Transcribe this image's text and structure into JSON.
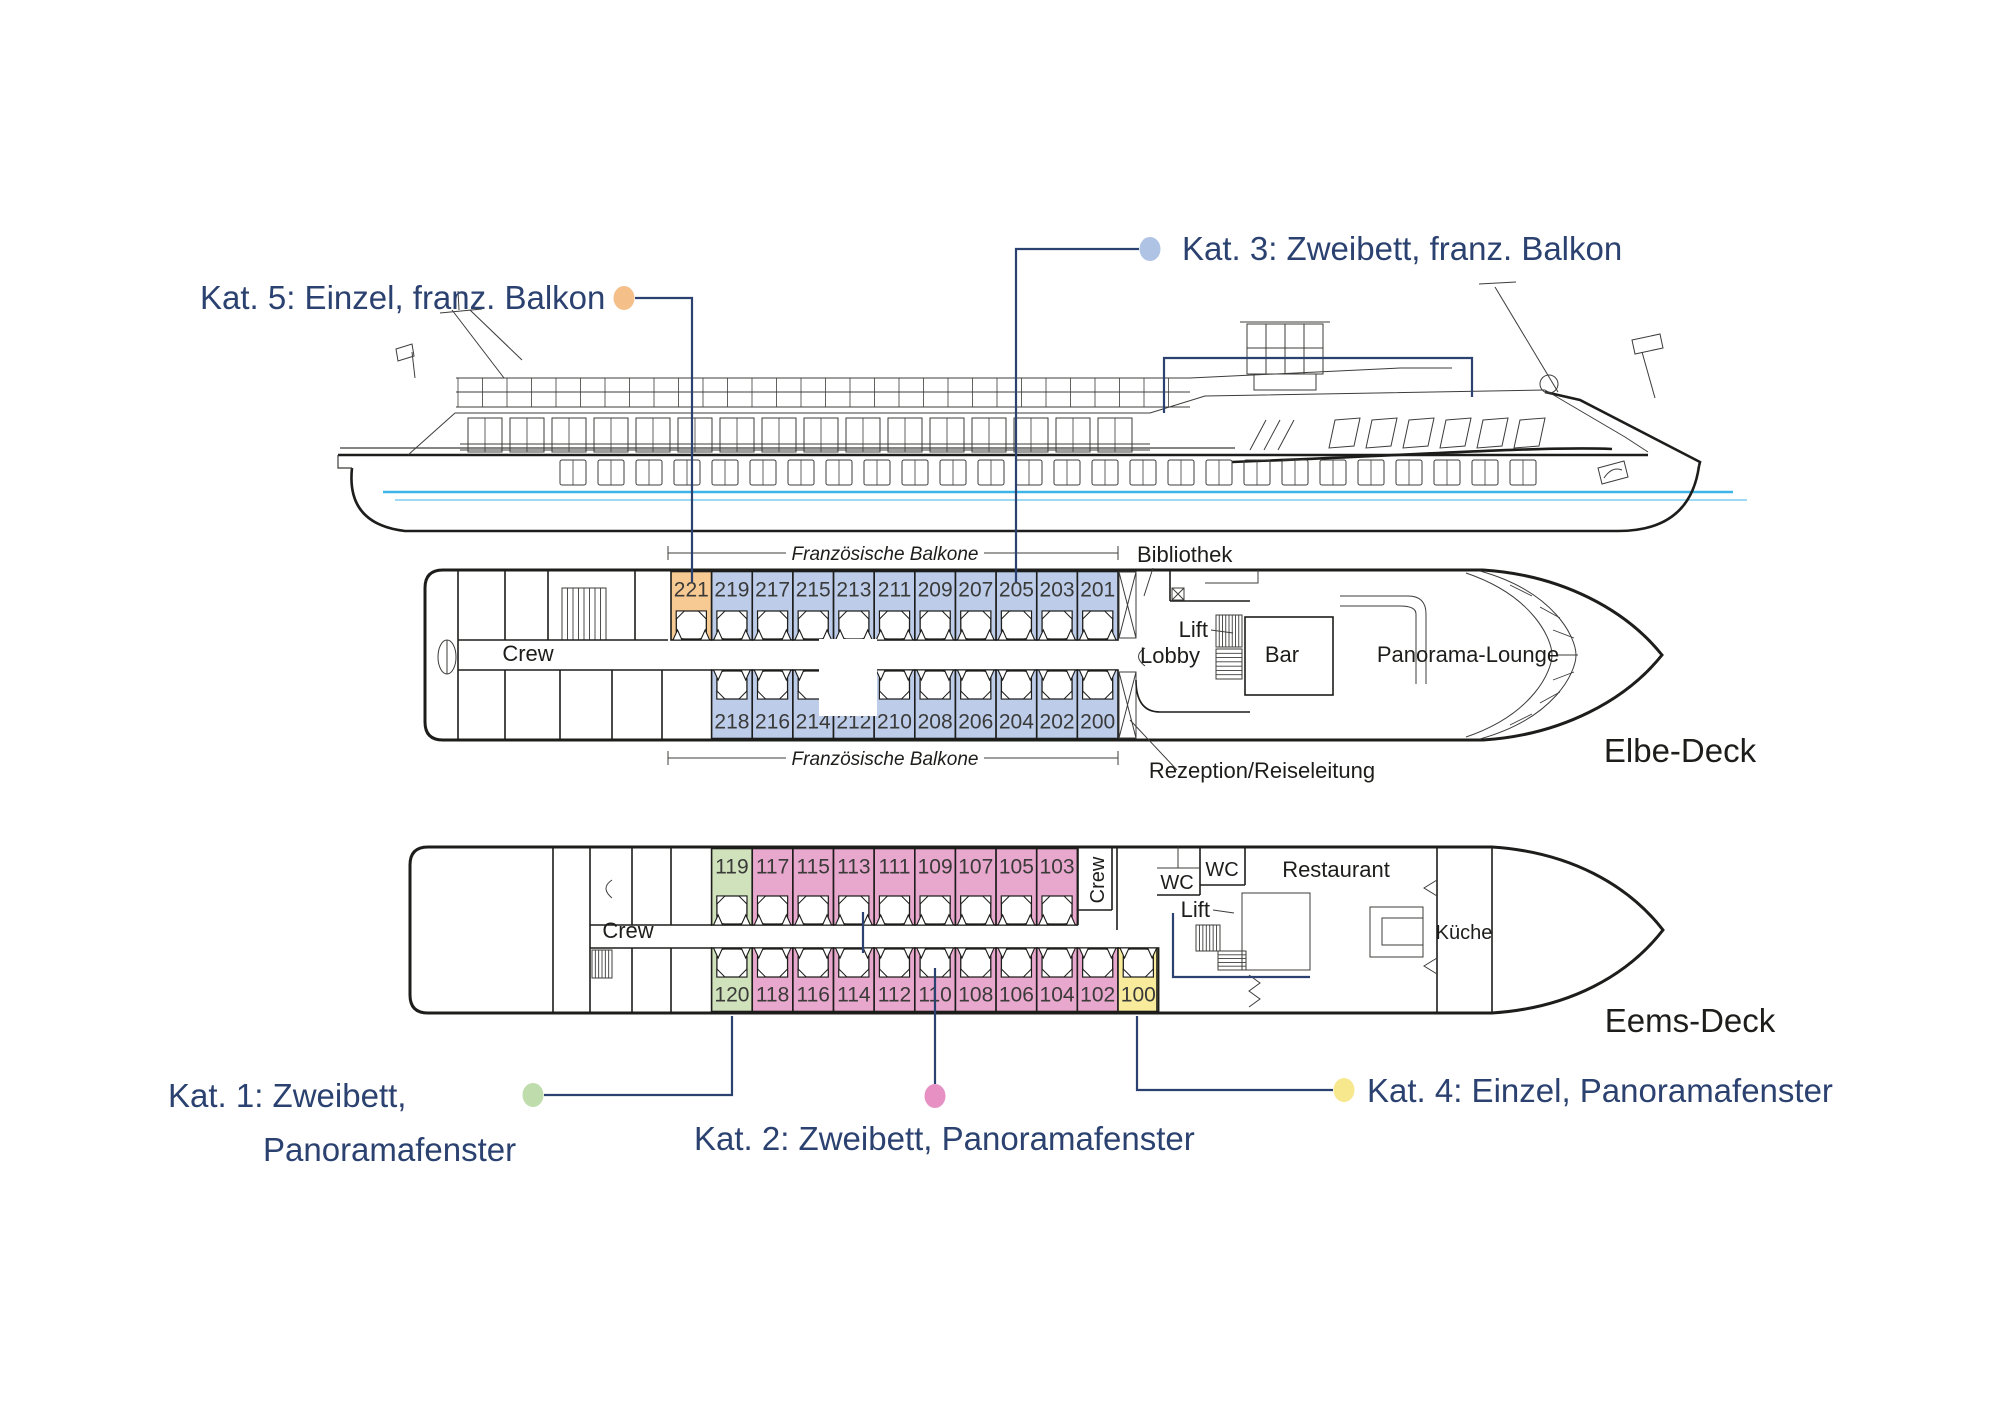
{
  "legend": {
    "kat5_label": "Kat. 5: Einzel, franz. Balkon",
    "kat3_label": "Kat. 3: Zweibett, franz. Balkon",
    "kat1_label_line1": "Kat. 1: Zweibett,",
    "kat1_label_line2": "Panoramafenster",
    "kat2_label": "Kat. 2: Zweibett, Panoramafenster",
    "kat4_label": "Kat. 4: Einzel, Panoramafenster"
  },
  "colors": {
    "navy": "#2b4170",
    "waterline": "#3eb4e8",
    "line": "#1d1d1b",
    "cabin_fill": {
      "kat5": "#f7c993",
      "kat3": "#bccce9",
      "kat1": "#cfe2bb",
      "kat2": "#e8a7cd",
      "kat4": "#f8ec9c"
    },
    "dot_fill": {
      "kat5": "#f5bf8a",
      "kat3": "#afc3e4",
      "kat1": "#bfdcac",
      "kat2": "#e690c3",
      "kat4": "#f7e88d"
    }
  },
  "elbe_deck": {
    "name": "Elbe-Deck",
    "balcony_label_top": "Französische Balkone",
    "balcony_label_bottom": "Französische Balkone",
    "rooms": {
      "crew": "Crew",
      "bibliothek": "Bibliothek",
      "lift": "Lift",
      "lobby": "Lobby",
      "bar": "Bar",
      "lounge": "Panorama-Lounge",
      "reception": "Rezeption/Reiseleitung"
    },
    "cabins_top": [
      {
        "num": "221",
        "cat": "kat5"
      },
      {
        "num": "219",
        "cat": "kat3"
      },
      {
        "num": "217",
        "cat": "kat3"
      },
      {
        "num": "215",
        "cat": "kat3"
      },
      {
        "num": "213",
        "cat": "kat3"
      },
      {
        "num": "211",
        "cat": "kat3"
      },
      {
        "num": "209",
        "cat": "kat3"
      },
      {
        "num": "207",
        "cat": "kat3"
      },
      {
        "num": "205",
        "cat": "kat3"
      },
      {
        "num": "203",
        "cat": "kat3"
      },
      {
        "num": "201",
        "cat": "kat3"
      }
    ],
    "cabins_bottom": [
      {
        "num": "218",
        "cat": "kat3"
      },
      {
        "num": "216",
        "cat": "kat3"
      },
      {
        "num": "214",
        "cat": "kat3"
      },
      {
        "num": "212",
        "cat": "kat3"
      },
      {
        "num": "210",
        "cat": "kat3"
      },
      {
        "num": "208",
        "cat": "kat3"
      },
      {
        "num": "206",
        "cat": "kat3"
      },
      {
        "num": "204",
        "cat": "kat3"
      },
      {
        "num": "202",
        "cat": "kat3"
      },
      {
        "num": "200",
        "cat": "kat3"
      }
    ]
  },
  "eems_deck": {
    "name": "Eems-Deck",
    "rooms": {
      "crew": "Crew",
      "crew_fore": "Crew",
      "wc1": "WC",
      "wc2": "WC",
      "restaurant": "Restaurant",
      "lift": "Lift",
      "kueche": "Küche"
    },
    "cabins_top": [
      {
        "num": "119",
        "cat": "kat1"
      },
      {
        "num": "117",
        "cat": "kat2"
      },
      {
        "num": "115",
        "cat": "kat2"
      },
      {
        "num": "113",
        "cat": "kat2"
      },
      {
        "num": "111",
        "cat": "kat2"
      },
      {
        "num": "109",
        "cat": "kat2"
      },
      {
        "num": "107",
        "cat": "kat2"
      },
      {
        "num": "105",
        "cat": "kat2"
      },
      {
        "num": "103",
        "cat": "kat2"
      }
    ],
    "cabins_bottom": [
      {
        "num": "120",
        "cat": "kat1"
      },
      {
        "num": "118",
        "cat": "kat2"
      },
      {
        "num": "116",
        "cat": "kat2"
      },
      {
        "num": "114",
        "cat": "kat2"
      },
      {
        "num": "112",
        "cat": "kat2"
      },
      {
        "num": "110",
        "cat": "kat2"
      },
      {
        "num": "108",
        "cat": "kat2"
      },
      {
        "num": "106",
        "cat": "kat2"
      },
      {
        "num": "104",
        "cat": "kat2"
      },
      {
        "num": "102",
        "cat": "kat2"
      },
      {
        "num": "100",
        "cat": "kat4"
      }
    ]
  }
}
